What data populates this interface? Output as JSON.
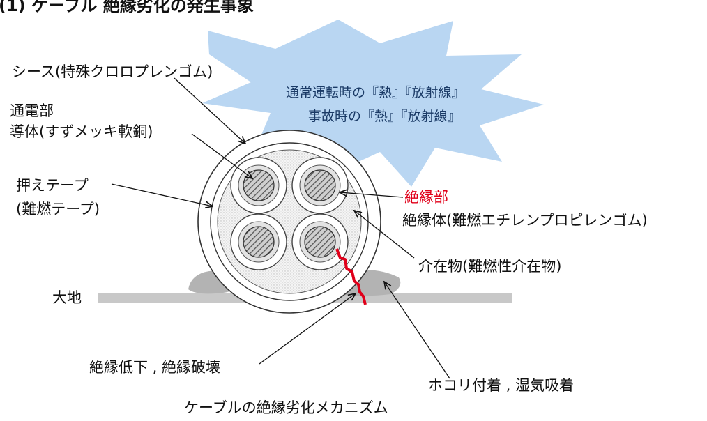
{
  "heading": "(1) ケーブル 絶縁劣化の発生事象",
  "burst": {
    "line1": "通常運転時の『熱』『放射線』",
    "line2": "事故時の『熱』『放射線』"
  },
  "labels": {
    "sheath": "シース(特殊クロロプレンゴム)",
    "conductor_part": "通電部",
    "conductor": "導体(すずメッキ軟銅)",
    "tape1": "押えテープ",
    "tape2": "(難燃テープ)",
    "insulation_part": "絶縁部",
    "insulator": "絶縁体(難燃エチレンプロピレンゴム)",
    "filler": "介在物(難燃性介在物)",
    "ground": "大地",
    "breakdown": "絶縁低下 , 絶縁破壊",
    "dust": "ホコリ付着 , 湿気吸着",
    "caption": "ケーブルの絶縁劣化メカニズム"
  },
  "colors": {
    "burst_fill": "#b9d6f2",
    "ground": "#c8c8c8",
    "dust": "#b3b3b3",
    "crack": "#e0001a",
    "label_accent": "#e0001a"
  }
}
